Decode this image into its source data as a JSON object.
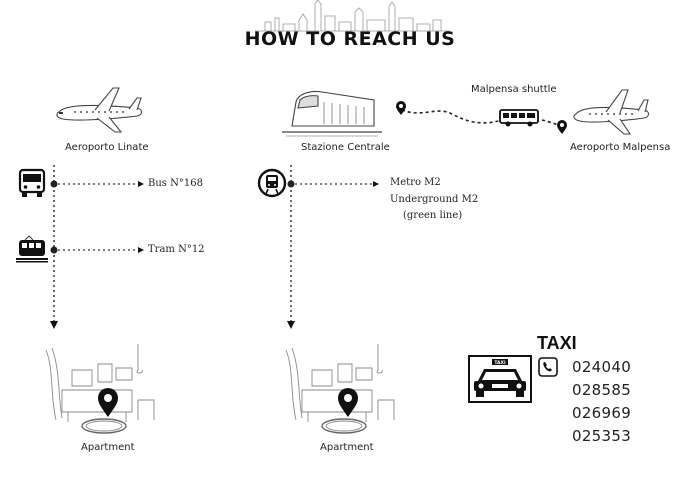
{
  "title": "HOW TO REACH US",
  "left_route": {
    "origin": "Aeroporto Linate",
    "steps": [
      {
        "icon": "bus-icon",
        "label": "Bus N°168"
      },
      {
        "icon": "tram-icon",
        "label": "Tram N°12"
      }
    ],
    "destination": "Apartment"
  },
  "right_route": {
    "origin": "Stazione Centrale",
    "shuttle_label": "Malpensa shuttle",
    "airport": "Aeroporto Malpensa",
    "steps": [
      {
        "icon": "metro-icon",
        "lines": [
          "Metro M2",
          "Underground M2",
          "(green line)"
        ]
      }
    ],
    "destination": "Apartment"
  },
  "taxi": {
    "title": "TAXI",
    "numbers": [
      "024040",
      "028585",
      "026969",
      "025353"
    ]
  }
}
